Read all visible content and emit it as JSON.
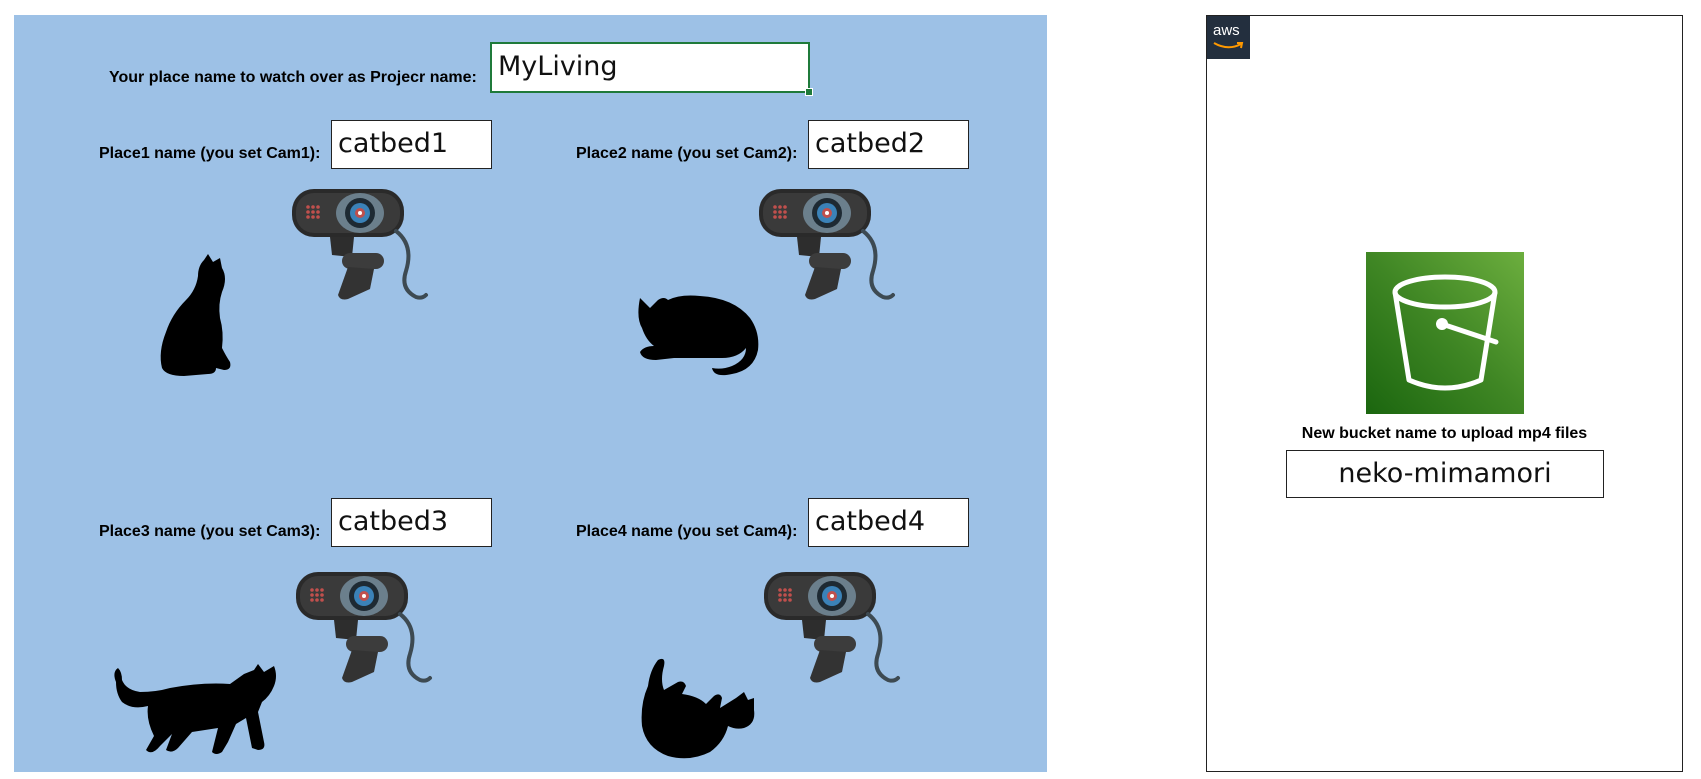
{
  "project": {
    "label": "Your place name to watch over as Projecr name:",
    "value": "MyLiving"
  },
  "places": [
    {
      "label": "Place1 name (you set Cam1):",
      "value": "catbed1"
    },
    {
      "label": "Place2 name (you set Cam2):",
      "value": "catbed2"
    },
    {
      "label": "Place3 name (you set Cam3):",
      "value": "catbed3"
    },
    {
      "label": "Place4 name (you set Cam4):",
      "value": "catbed4"
    }
  ],
  "aws": {
    "logo_text": "aws",
    "bucket_label": "New bucket name to upload mp4 files",
    "bucket_value": "neko-mimamori"
  },
  "colors": {
    "panel_bg": "#9dc1e6",
    "s3_green": "#3f8624",
    "aws_dark": "#232f3e",
    "selection_green": "#1f7a3a"
  },
  "icons": [
    "webcam-icon",
    "cat-silhouette",
    "aws-logo-icon",
    "s3-bucket-icon"
  ]
}
